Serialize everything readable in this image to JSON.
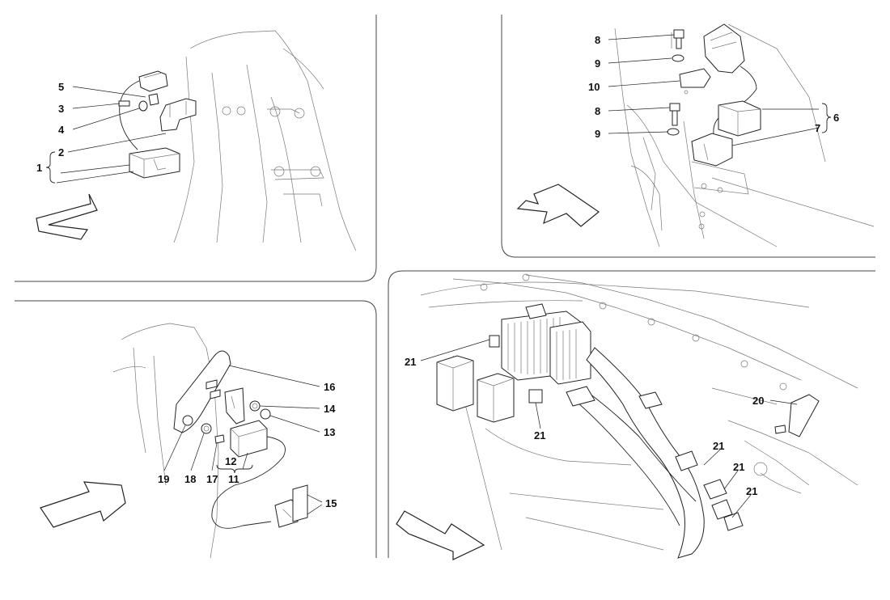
{
  "panels": {
    "top_left": {
      "labels": [
        "5",
        "3",
        "4",
        "2",
        "1"
      ]
    },
    "top_right": {
      "labels": [
        "8",
        "9",
        "10",
        "8",
        "9",
        "6",
        "7"
      ]
    },
    "bottom_left": {
      "labels": [
        "16",
        "14",
        "13",
        "19",
        "18",
        "17",
        "12",
        "11",
        "15"
      ]
    },
    "bottom_right": {
      "labels": [
        "21",
        "21",
        "20",
        "21",
        "21",
        "21"
      ]
    }
  }
}
